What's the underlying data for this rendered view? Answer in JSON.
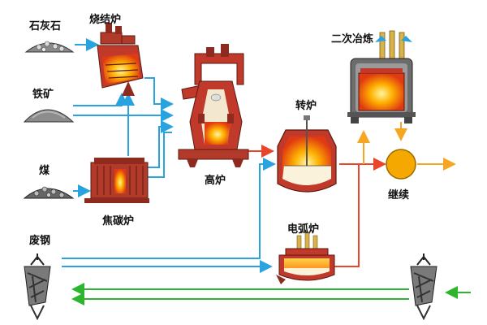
{
  "labels": {
    "limestone": "石灰石",
    "sinter_furnace": "烧结炉",
    "iron_ore": "铁矿",
    "coal": "煤",
    "coke_oven": "焦碳炉",
    "blast_furnace": "高炉",
    "converter": "转炉",
    "secondary_refining": "二次冶炼",
    "continuous_casting": "继续",
    "electric_arc_furnace": "电弧炉",
    "scrap_steel": "废钢"
  },
  "colors": {
    "raw_material_flow": "#29a3e0",
    "molten_flow": "#e8452c",
    "steel_flow": "#f5a623",
    "scrap_return_flow": "#2db52d",
    "furnace_body": "#c0392b",
    "continuous_casting_node": "#f5a800"
  },
  "icons": {
    "raw_material_piles": [
      "limestone-pile-icon",
      "iron-ore-pile-icon",
      "coal-pile-icon"
    ],
    "equipment": [
      "sinter-furnace-icon",
      "coke-oven-icon",
      "blast-furnace-icon",
      "converter-icon",
      "secondary-refining-ladle-icon",
      "continuous-casting-icon",
      "electric-arc-furnace-icon"
    ],
    "scrap": [
      "scrap-steel-hook-left-icon",
      "scrap-steel-hook-right-icon"
    ]
  }
}
